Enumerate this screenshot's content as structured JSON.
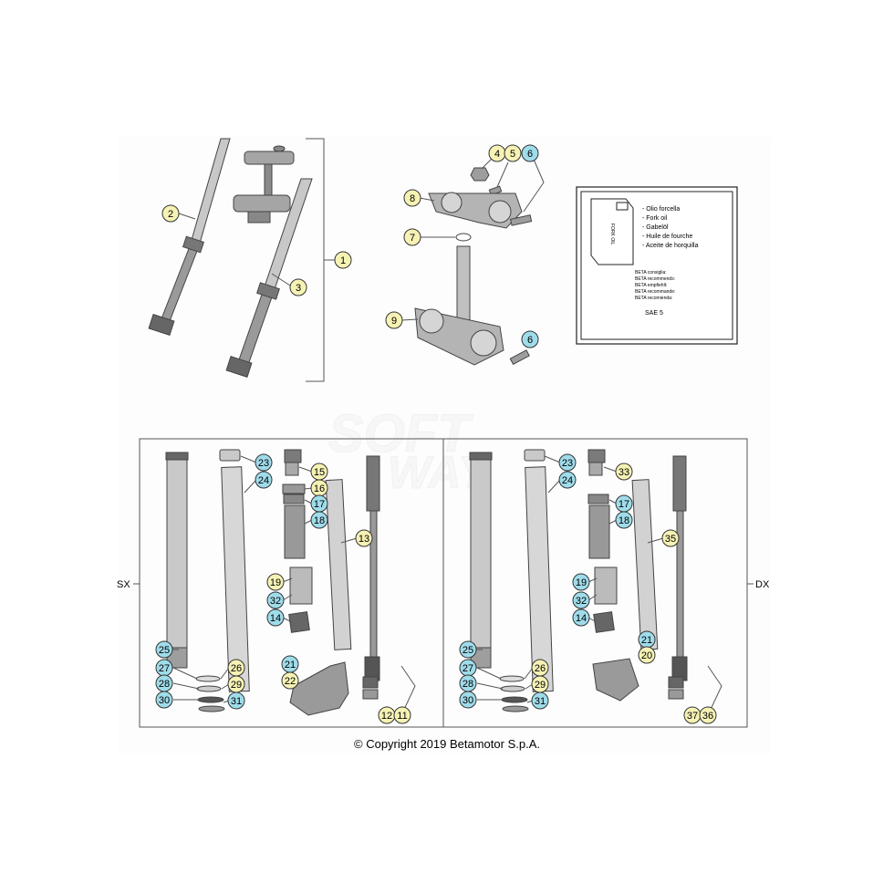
{
  "colors": {
    "callout_blue": "#9fdcea",
    "callout_yellow": "#f6f2b4",
    "part_gray": "#b9b9b9",
    "part_dark": "#555555",
    "line": "#555555"
  },
  "callouts": [
    {
      "id": "c2",
      "label": "2",
      "color": "yellow"
    },
    {
      "id": "c1",
      "label": "1",
      "color": "yellow"
    },
    {
      "id": "c3",
      "label": "3",
      "color": "yellow"
    },
    {
      "id": "c4",
      "label": "4",
      "color": "yellow"
    },
    {
      "id": "c5",
      "label": "5",
      "color": "yellow"
    },
    {
      "id": "c6a",
      "label": "6",
      "color": "blue"
    },
    {
      "id": "c8",
      "label": "8",
      "color": "yellow"
    },
    {
      "id": "c7",
      "label": "7",
      "color": "yellow"
    },
    {
      "id": "c9",
      "label": "9",
      "color": "yellow"
    },
    {
      "id": "c6b",
      "label": "6",
      "color": "blue"
    },
    {
      "id": "l23",
      "label": "23",
      "color": "blue"
    },
    {
      "id": "l24",
      "label": "24",
      "color": "blue"
    },
    {
      "id": "l15",
      "label": "15",
      "color": "yellow"
    },
    {
      "id": "l16",
      "label": "16",
      "color": "yellow"
    },
    {
      "id": "l17",
      "label": "17",
      "color": "blue"
    },
    {
      "id": "l18",
      "label": "18",
      "color": "blue"
    },
    {
      "id": "l13",
      "label": "13",
      "color": "yellow"
    },
    {
      "id": "l19",
      "label": "19",
      "color": "yellow"
    },
    {
      "id": "l32",
      "label": "32",
      "color": "blue"
    },
    {
      "id": "l14",
      "label": "14",
      "color": "blue"
    },
    {
      "id": "l25",
      "label": "25",
      "color": "blue"
    },
    {
      "id": "l27",
      "label": "27",
      "color": "blue"
    },
    {
      "id": "l26",
      "label": "26",
      "color": "yellow"
    },
    {
      "id": "l28",
      "label": "28",
      "color": "blue"
    },
    {
      "id": "l29",
      "label": "29",
      "color": "yellow"
    },
    {
      "id": "l30",
      "label": "30",
      "color": "blue"
    },
    {
      "id": "l31",
      "label": "31",
      "color": "blue"
    },
    {
      "id": "l21",
      "label": "21",
      "color": "blue"
    },
    {
      "id": "l22",
      "label": "22",
      "color": "yellow"
    },
    {
      "id": "l12",
      "label": "12",
      "color": "yellow"
    },
    {
      "id": "l11",
      "label": "11",
      "color": "yellow"
    },
    {
      "id": "r23",
      "label": "23",
      "color": "blue"
    },
    {
      "id": "r24",
      "label": "24",
      "color": "blue"
    },
    {
      "id": "r33",
      "label": "33",
      "color": "yellow"
    },
    {
      "id": "r17",
      "label": "17",
      "color": "blue"
    },
    {
      "id": "r18",
      "label": "18",
      "color": "blue"
    },
    {
      "id": "r35",
      "label": "35",
      "color": "yellow"
    },
    {
      "id": "r19",
      "label": "19",
      "color": "blue"
    },
    {
      "id": "r32",
      "label": "32",
      "color": "blue"
    },
    {
      "id": "r14",
      "label": "14",
      "color": "blue"
    },
    {
      "id": "r21",
      "label": "21",
      "color": "blue"
    },
    {
      "id": "r20",
      "label": "20",
      "color": "yellow"
    },
    {
      "id": "r25",
      "label": "25",
      "color": "blue"
    },
    {
      "id": "r27",
      "label": "27",
      "color": "blue"
    },
    {
      "id": "r26",
      "label": "26",
      "color": "yellow"
    },
    {
      "id": "r28",
      "label": "28",
      "color": "blue"
    },
    {
      "id": "r29",
      "label": "29",
      "color": "yellow"
    },
    {
      "id": "r30",
      "label": "30",
      "color": "blue"
    },
    {
      "id": "r31",
      "label": "31",
      "color": "blue"
    },
    {
      "id": "r37",
      "label": "37",
      "color": "yellow"
    },
    {
      "id": "r36",
      "label": "36",
      "color": "yellow"
    }
  ],
  "oil_box": {
    "can_label": "FORK OIL",
    "names": [
      "- Olio forcella",
      "- Fork oil",
      "- Gabelöl",
      "- Huile de fourche",
      "- Aceite de horquilla"
    ],
    "recommend": [
      "BETA consiglia:",
      "BETA recommends:",
      "BETA empfiehlt:",
      "BETA recommande:",
      "BETA recomienda:"
    ],
    "grade": "SAE 5"
  },
  "side_labels": {
    "left": "SX",
    "right": "DX"
  },
  "copyright": "© Copyright 2019 Betamotor S.p.A."
}
